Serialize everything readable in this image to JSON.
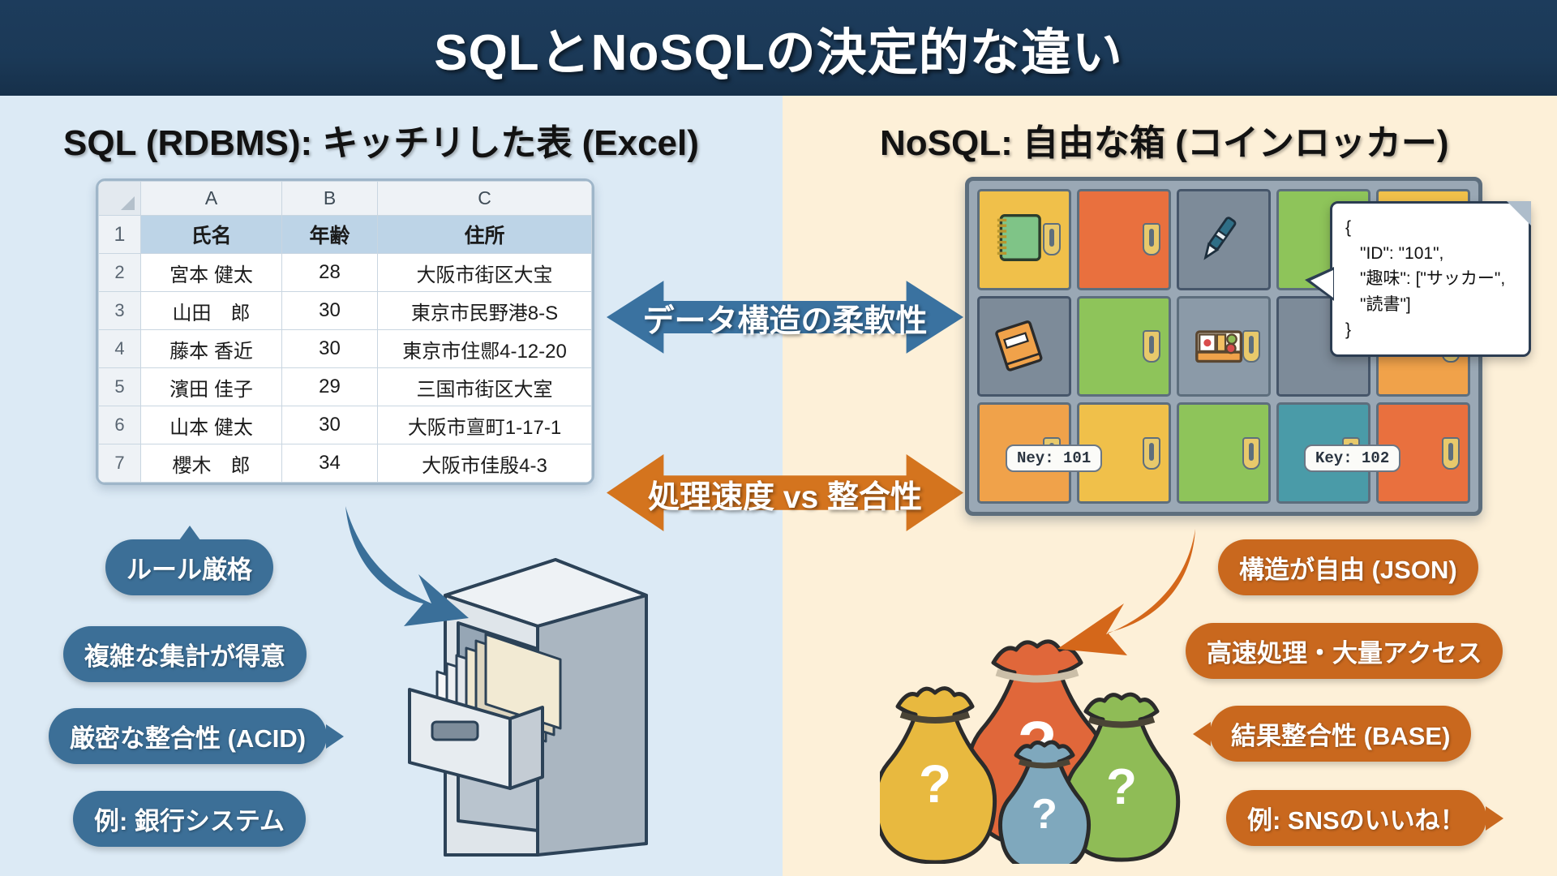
{
  "banner": {
    "title": "SQLとNoSQLの決定的な違い"
  },
  "columns": {
    "left_heading": "SQL (RDBMS): キッチリした表 (Excel)",
    "right_heading": "NoSQL: 自由な箱 (コインロッカー)"
  },
  "spreadsheet": {
    "column_letters": [
      "A",
      "B",
      "C"
    ],
    "header_row_number": "1",
    "headers": [
      "氏名",
      "年齢",
      "住所"
    ],
    "rows": [
      {
        "n": "2",
        "name": "宮本 健太",
        "age": "28",
        "address": "大阪市街区大宝"
      },
      {
        "n": "3",
        "name": "山田　郎",
        "age": "30",
        "address": "東京市民野港8-S"
      },
      {
        "n": "4",
        "name": "藤本 香近",
        "age": "30",
        "address": "東京市住郻4-12-20"
      },
      {
        "n": "5",
        "name": "濱田 佳子",
        "age": "29",
        "address": "三国市街区大室"
      },
      {
        "n": "6",
        "name": "山本 健太",
        "age": "30",
        "address": "大阪市亶町1-17-1"
      },
      {
        "n": "7",
        "name": "櫻木　郎",
        "age": "34",
        "address": "大阪市佳殷4-3"
      }
    ]
  },
  "arrows": {
    "structure_label": "データ構造の柔軟性",
    "speed_label": "処理速度 vs 整合性"
  },
  "sql_points": [
    {
      "id": "rule",
      "label": "ルール厳格"
    },
    {
      "id": "aggregation",
      "label": "複雑な集計が得意"
    },
    {
      "id": "acid",
      "label": "厳密な整合性 (ACID)"
    },
    {
      "id": "example",
      "label": "例: 銀行システム"
    }
  ],
  "nosql_points": [
    {
      "id": "json",
      "label": "構造が自由 (JSON)"
    },
    {
      "id": "fast",
      "label": "高速処理・大量アクセス"
    },
    {
      "id": "base",
      "label": "結果整合性 (BASE)"
    },
    {
      "id": "example",
      "label": "例: SNSのいいね！"
    }
  ],
  "locker": {
    "key_tag_left": "Ney: 101",
    "key_tag_right": "Key: 102",
    "door_colors": [
      "#f0c04a",
      "#e9703e",
      "#8b9aa8",
      "#8ec45a",
      "#f0c04a",
      "#8b9aa8",
      "#8ec45a",
      "#8b9aa8",
      "#f0c04a",
      "#f0a24a",
      "#f0a24a",
      "#f0c04a",
      "#8ec45a",
      "#4a9ba8",
      "#e9703e"
    ]
  },
  "json_callout": {
    "lines": [
      "{",
      "\"ID\": \"101\",",
      "\"趣味\": [\"サッカー\",",
      "\"読書\"]",
      "}"
    ]
  },
  "money_bags": {
    "symbol": "?",
    "colors": [
      "#e8b93f",
      "#e0673a",
      "#7fa8bd",
      "#8fbc56"
    ]
  },
  "palette": {
    "banner_navy": "#1d3c5c",
    "left_bg": "#dceaf5",
    "right_bg": "#fdf0d8",
    "blue_accent": "#3c6f97",
    "orange_accent": "#c9681e"
  }
}
